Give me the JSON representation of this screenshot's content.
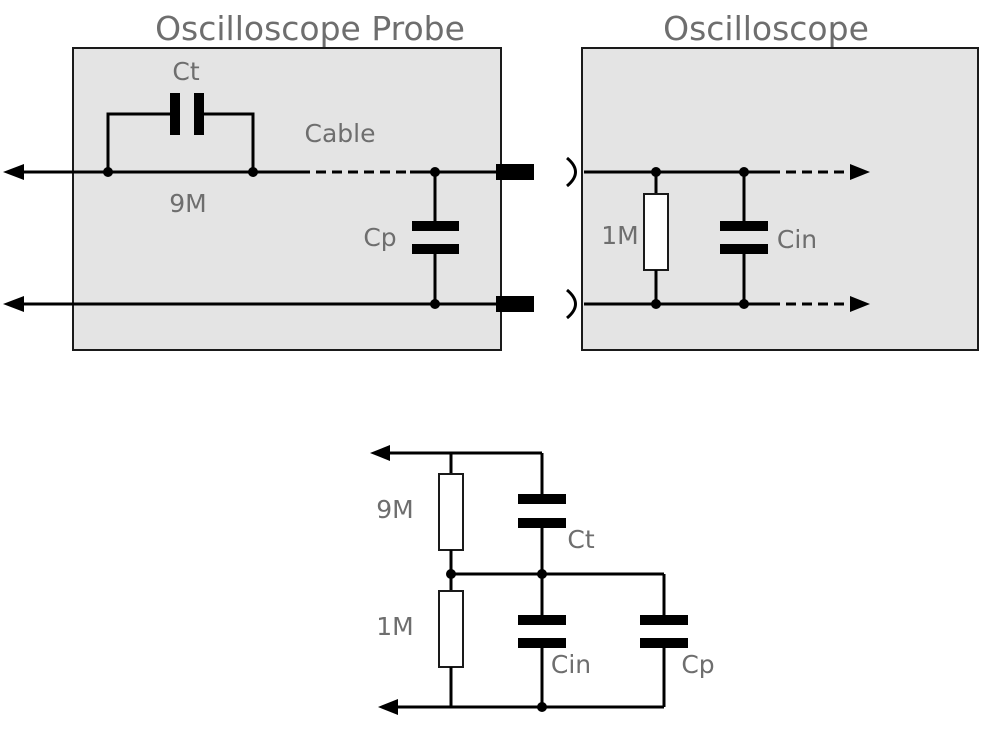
{
  "titles": {
    "probe": "Oscilloscope Probe",
    "scope": "Oscilloscope"
  },
  "labels": {
    "ct_top": "Ct",
    "cable": "Cable",
    "r9m_top": "9M",
    "cp_top": "Cp",
    "r1m_top": "1M",
    "cin_top": "Cin",
    "r9m_bottom": "9M",
    "ct_bottom": "Ct",
    "r1m_bottom": "1M",
    "cin_bottom": "Cin",
    "cp_bottom": "Cp"
  },
  "colors": {
    "box_fill": "#e4e4e4",
    "label_text": "#6e6e6e",
    "wire": "#000000"
  }
}
